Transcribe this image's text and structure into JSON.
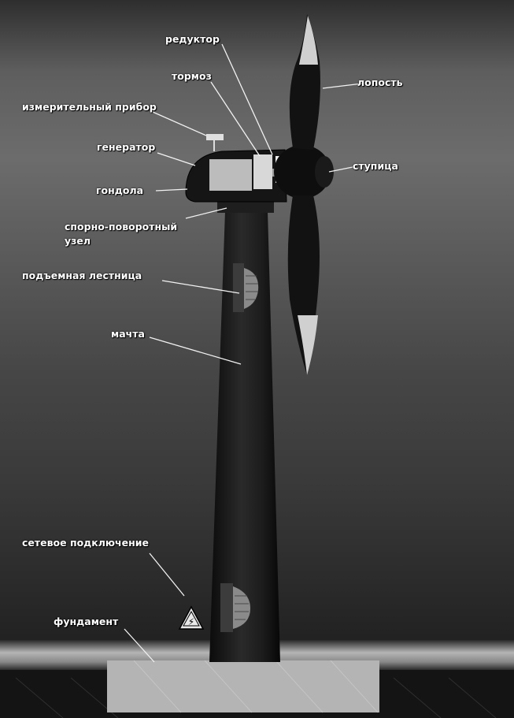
{
  "labels": {
    "reduktor": "редуктор",
    "tormoz": "тормоз",
    "lopast": "лопость",
    "izmeritelnyj_pribor": "измерительный прибор",
    "generator": "генератор",
    "stupica": "ступица",
    "gondola": "гондола",
    "oporno_povorotnyj_1": "спорно-поворотный",
    "oporno_povorotnyj_2": "узел",
    "podemnaya_lestnica": "подъемная лестница",
    "machta": "мачта",
    "setevoe_podklyuchenie": "сетевое подключение",
    "fundament": "фундамент"
  },
  "warning_sign": {
    "symbol": "⚡",
    "icon": "high-voltage-warning-icon"
  },
  "colors": {
    "sky_light": "#6c6c6c",
    "sky_dark": "#151515",
    "tower": "#1a1a1a",
    "foundation": "#b4b4b4",
    "blade": "#121212",
    "label_text": "#ffffff"
  }
}
